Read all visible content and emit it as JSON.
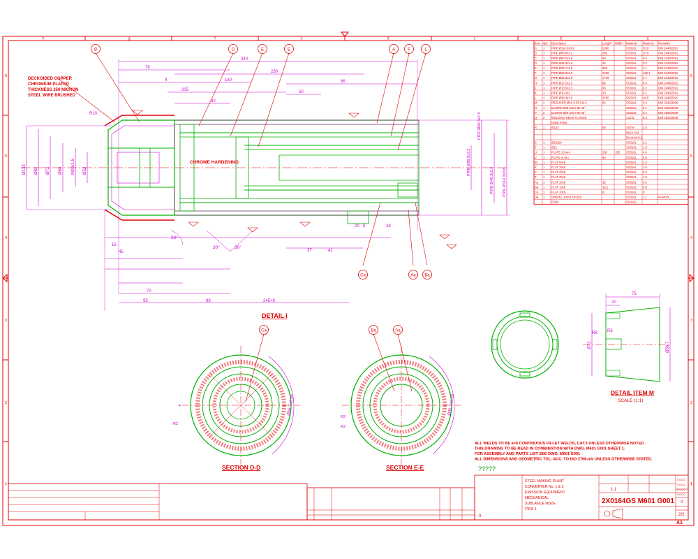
{
  "border": {
    "top_columns": [
      "h",
      "g",
      "f",
      "e",
      "d",
      "c",
      "b",
      "a"
    ],
    "side_rows": [
      "6",
      "5",
      "4",
      "3",
      "2",
      "1"
    ]
  },
  "detail_one": {
    "title": "DETAIL I",
    "balloons_top": [
      "B",
      "D",
      "E",
      "E",
      "A",
      "F",
      "L"
    ],
    "balloons_bottom": [
      "Ca",
      "Aa",
      "Ba"
    ],
    "note_red": [
      "DECKOIDED COPPER",
      "CHROMIUM PLATED",
      "THICKNESS 250 MICRON",
      "STEEL WIRE BRUSHED"
    ],
    "note_chrome": "CHROME HARDENING",
    "dimensions_top": [
      "340",
      "78",
      "230",
      "4",
      "150",
      "86",
      "205",
      "30",
      "50",
      "R10"
    ],
    "dimensions_left": [
      "Ø133",
      "Ø80",
      "Ø72",
      "Ø60",
      "M20x1.5",
      "Ø52"
    ],
    "dimensions_right": [
      "PIPE Ø60.3x2.9",
      "PIPE Ø48.3x2.6",
      "PIPE Ø114.3x3.6",
      "PIPE Ø88.9x3.2"
    ],
    "dimensions_bottom": [
      "15",
      "45",
      "70",
      "95",
      "98",
      "245+8",
      "37",
      "41",
      "20",
      "5",
      "28"
    ],
    "angles": [
      "30°",
      "30°",
      "30°"
    ]
  },
  "section_d": {
    "title": "SECTION D-D",
    "balloon": "Ca",
    "dim": "Ø56.7x2.85"
  },
  "section_e": {
    "title": "SECTION E-E",
    "balloons": [
      "Ba",
      "Aa"
    ],
    "dim": "Ø46.2x2.16"
  },
  "detail_m": {
    "title": "DETAIL ITEM M",
    "scale": "SCALE (1:1)",
    "dims": [
      "75",
      "20",
      "Ø72",
      "Ø56.7",
      "R5",
      "R8"
    ]
  },
  "parts_table": {
    "headers": [
      "Item",
      "Qty",
      "Description",
      "Length",
      "Width",
      "Material",
      "Mass kg",
      "Remarks"
    ],
    "rows": [
      [
        "A",
        "1",
        "PIPE Ø114.3x3.6",
        "2390",
        "",
        "SS316L",
        "20.9",
        "DIN 2448/2391"
      ],
      [
        "B",
        "1",
        "PIPE Ø88.9x3.2",
        "285",
        "",
        "SS316L",
        "10.5",
        "DIN 2448/2391"
      ],
      [
        "C",
        "1",
        "PIPE Ø60.3x2.9",
        "68",
        "",
        "SS316L",
        "0.6",
        "DIN 2448/2391"
      ],
      [
        "D",
        "1",
        "PIPE Ø48.3x2.6",
        "45",
        "",
        "SS316L",
        "0.3",
        "DIN 2448/2391"
      ],
      [
        "E",
        "1",
        "PIPE Ø33.7x2.6",
        "360",
        "",
        "SS316L",
        "1.1",
        "DIN 2448/2391"
      ],
      [
        "F",
        "1",
        "PIPE Ø26.9x2.6",
        "2450",
        "",
        "SS316L",
        "105.1",
        "DIN 2448/2391"
      ],
      [
        "G",
        "1",
        "PIPE Ø21.3x2.6",
        "1715",
        "",
        "SS316L",
        "2.7",
        "DIN 2448/2391"
      ],
      [
        "H",
        "1",
        "PIPE Ø17.2x2.3",
        "86",
        "",
        "SS316L",
        "0.4",
        "DIN 2448/2391"
      ],
      [
        "J",
        "1",
        "PIPE Ø13.5x2.3",
        "95",
        "",
        "SS316L",
        "0.2",
        "DIN 2448/2391"
      ],
      [
        "K",
        "1",
        "PIPE Ø10.2x2",
        "20",
        "",
        "SS316L",
        "0.1",
        "DIN 2448/2391"
      ],
      [
        "L",
        "1",
        "PIPE Ø48.3x3.6",
        "2190",
        "",
        "SS316L",
        "49.9",
        "DIN 2448/2391"
      ],
      [
        "M",
        "1",
        "REDUCER Ø48.3-33.7x2.6",
        "64",
        "",
        "SS316L",
        "0.4",
        "DIN 2616/2605"
      ],
      [
        "N",
        "1",
        "ELBOW Ø48.3x2.6 90 45°",
        "",
        "",
        "SS316L",
        "0.1",
        "DIN 2605/2609"
      ],
      [
        "P",
        "2",
        "ELBOW Ø60.3x2.9 90 45°",
        "",
        "",
        "SS316L",
        "0.2",
        "DIN 2605/2609"
      ],
      [
        "Q",
        "2",
        "WELDING NECK FLANGE",
        "",
        "",
        "C22.8",
        "6.3",
        "DIN 2633/2635"
      ],
      [
        "",
        "",
        "DN50 PN16",
        "",
        "",
        "",
        "",
        ""
      ],
      [
        "R",
        "1",
        "Ø133",
        "80",
        "",
        "ASTM",
        "2.6",
        ""
      ],
      [
        "",
        "",
        "",
        "",
        "",
        "B152-C81",
        "",
        ""
      ],
      [
        "",
        "",
        "",
        "",
        "",
        "(DeOx'd Cu)",
        "",
        ""
      ],
      [
        "S",
        "1",
        "Ø18x26",
        "",
        "",
        "SS316L",
        "1.1",
        ""
      ],
      [
        "T",
        "1",
        "Ø12",
        "",
        "",
        "SS316L",
        "1.9",
        ""
      ],
      [
        "U",
        "1",
        "PLATE 10 mm",
        "200",
        "150",
        "SS316L",
        "4.6",
        ""
      ],
      [
        "V",
        "1",
        "PLATE 6 mm",
        "50",
        "",
        "SS316L",
        "0.6",
        ""
      ],
      [
        "W",
        "1",
        "FLAT 50x8",
        "",
        "",
        "SS316L",
        "3.4",
        ""
      ],
      [
        "X",
        "1",
        "FLAT 25x8",
        "",
        "",
        "SS316L",
        "2.6",
        ""
      ],
      [
        "Y",
        "1",
        "FLAT 20x8",
        "",
        "",
        "SS316L",
        "0.8",
        ""
      ],
      [
        "Z",
        "1",
        "FLAT 25x8",
        "",
        "",
        "SS316L",
        "1.8",
        ""
      ],
      [
        "Aa",
        "1",
        "FLAT 10x6",
        "10",
        "",
        "SS316L",
        "0.5",
        ""
      ],
      [
        "Ba",
        "1",
        "FLAT 10x6",
        "16.2",
        "",
        "SS316L",
        "0.8",
        ""
      ],
      [
        "Ca",
        "1",
        "FLAT 10x6",
        "8",
        "",
        "SS316L",
        "0",
        ""
      ],
      [
        "Da",
        "1",
        "SWIVEL JOINT DN150",
        "",
        "",
        "SS316L",
        "1.1",
        "KAMON"
      ],
      [
        "",
        "",
        "DN50",
        "",
        "",
        "SS316L",
        "",
        ""
      ]
    ]
  },
  "weld_notes": [
    "ALL WELDS TO BE a=6 CONTINUOUS FILLET WELDS, CAT.3 UNLESS OTHERWISE NOTED",
    "THIS DRAWING TO BE READ IN COMBINATION WITH DWG. M601 G001 SHEET 1.",
    "FOR ASSEMBLY AND PARTS LIST SEE DWG. M601 G001",
    "ALL DIMENSIONS AND GEOMETRIC TOL. ACC. TO ISO 2768-mk UNLESS OTHERWISE STATED."
  ],
  "placeholder_text": "?????",
  "title_block": {
    "project_lines": [
      "STEEL MAKING PLANT",
      "CONVERTER No. 1 & 3",
      "EMISSION EQUIPMENT",
      "MECHANICAL",
      "SUBLANCE NOZE",
      "ITEM 1"
    ],
    "drawing_number": "2X0164GS M601 G001",
    "sheet": "2/2",
    "size": "A1",
    "rev": "0",
    "scale": "1:1",
    "revision_letter": "0",
    "right_codes": [
      "0.0.0.0",
      "0.0.0.0",
      "0.0.0.0",
      "0.0.0.0"
    ]
  }
}
